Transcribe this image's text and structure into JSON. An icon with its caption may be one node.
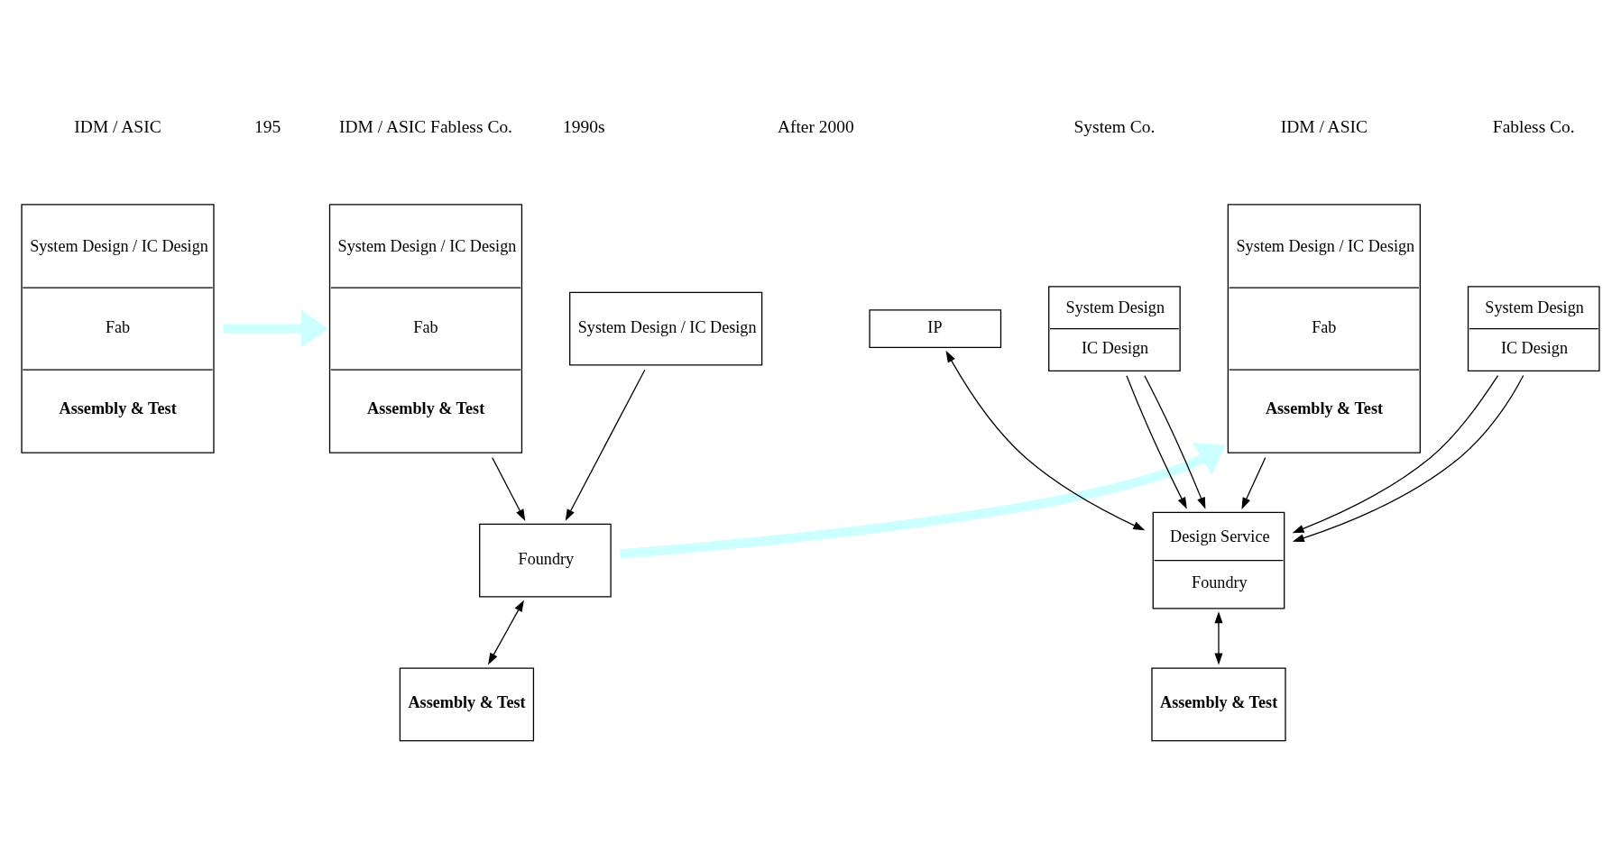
{
  "diagram": {
    "nodes": [
      {
        "text": [
          "System Design / IC Design",
          "Fab",
          "Assembly & Test"
        ]
      },
      {
        "text": [
          "System Design / IC Design",
          "Fab",
          "Assembly & Test"
        ]
      },
      {
        "text": [
          "System Design / IC Design"
        ]
      },
      {
        "text": [
          "Foundry"
        ]
      },
      {
        "text": [
          "Assembly & Test"
        ]
      },
      {
        "text": [
          "System Design / IC Design",
          "Fab",
          "Assembly & Test"
        ]
      },
      {
        "text": [
          "System Design",
          "IC Design"
        ]
      },
      {
        "text": [
          "IP"
        ]
      },
      {
        "text": [
          "System Design",
          "IC Design"
        ]
      },
      {
        "text": [
          "Design Service",
          "Foundry"
        ]
      },
      {
        "text": [
          "Assembly & Test"
        ]
      }
    ],
    "edges": [
      {
        "from": 0,
        "to": 1,
        "arrow": "to",
        "style": "thick",
        "color": "#ccffff"
      },
      {
        "from": 1,
        "to": 3,
        "arrow": "to"
      },
      {
        "from": 2,
        "to": 3,
        "arrow": "to"
      },
      {
        "from": 3,
        "to": 4,
        "arrow": "both"
      },
      {
        "from": 3,
        "to": 5,
        "arrow": "to",
        "style": "thick",
        "color": "#ccffff"
      },
      {
        "from": 5,
        "to": 9,
        "arrow": "to"
      },
      {
        "from": 6,
        "to": 9,
        "arrow": "to"
      },
      {
        "from": 6,
        "to": 9,
        "arrow": "to"
      },
      {
        "from": 7,
        "to": 9,
        "arrow": "both"
      },
      {
        "from": 8,
        "to": 9,
        "arrow": "to"
      },
      {
        "from": 8,
        "to": 9,
        "arrow": "to"
      },
      {
        "from": 9,
        "to": 10,
        "arrow": "both"
      }
    ],
    "labels": [
      "IDM / ASIC",
      "IDM / ASIC Fabless Co.",
      "IDM / ASIC",
      "Fabless Co.",
      "System Co.",
      "1990s",
      "After 2000",
      "195"
    ]
  }
}
